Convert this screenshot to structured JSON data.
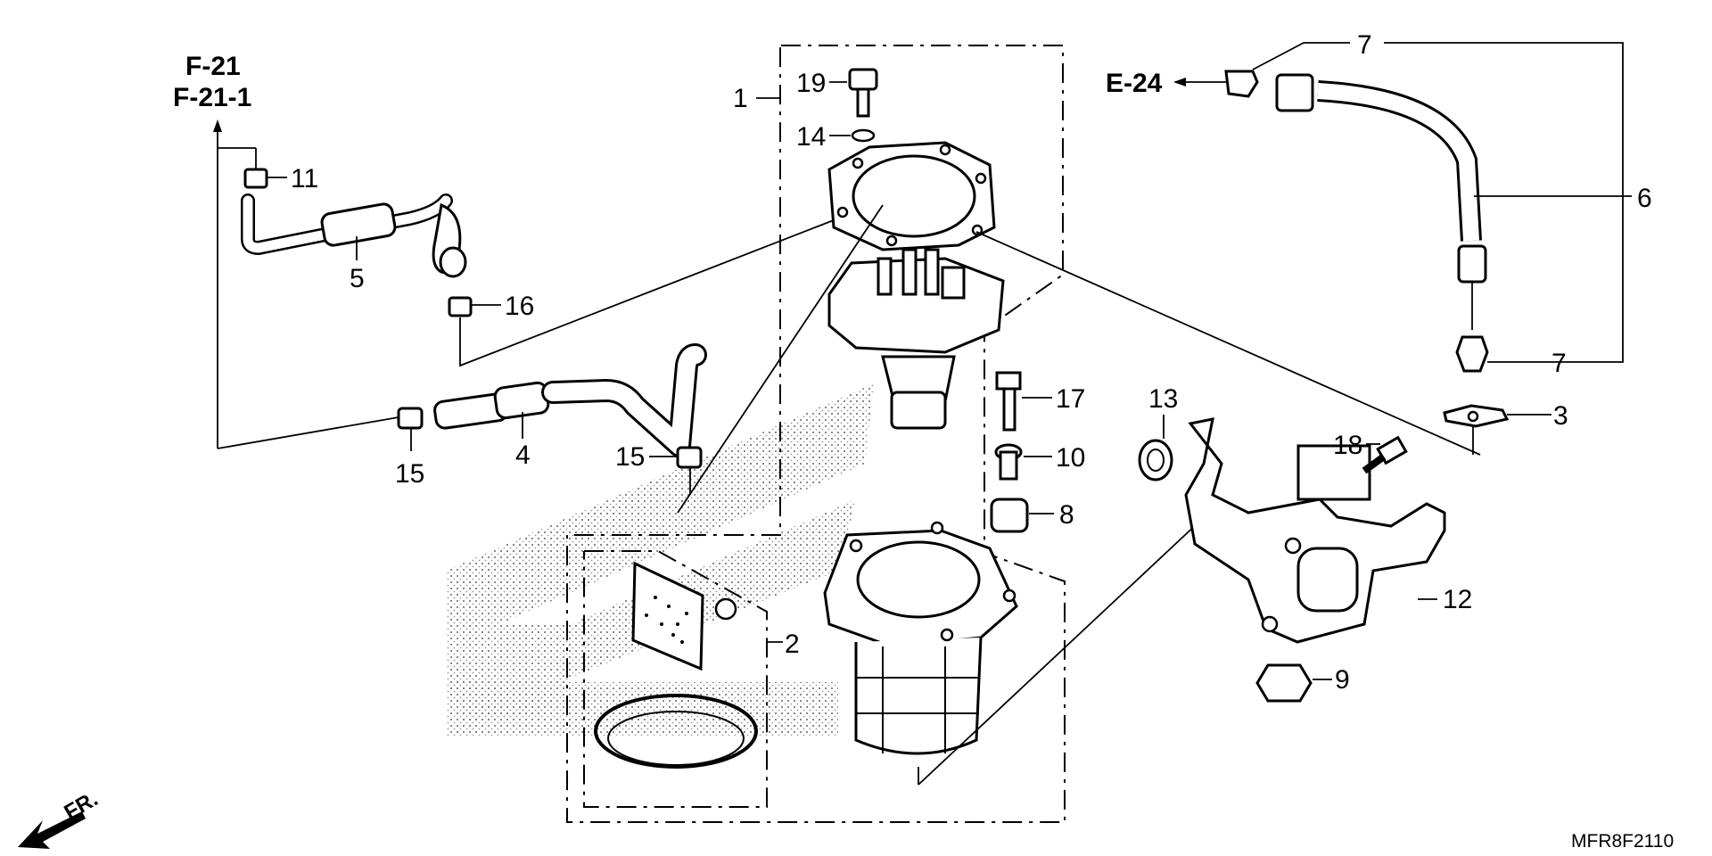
{
  "references": {
    "f21": "F-21",
    "f21_1": "F-21-1",
    "e24": "E-24",
    "front_marker": "FR."
  },
  "callouts": {
    "c1": "1",
    "c2": "2",
    "c3": "3",
    "c4": "4",
    "c5": "5",
    "c6": "6",
    "c7a": "7",
    "c7b": "7",
    "c8": "8",
    "c9": "9",
    "c10": "10",
    "c11": "11",
    "c12": "12",
    "c13": "13",
    "c14": "14",
    "c15a": "15",
    "c15b": "15",
    "c16": "16",
    "c17": "17",
    "c18": "18",
    "c19": "19"
  },
  "diagram_code": "MFR8F2110"
}
